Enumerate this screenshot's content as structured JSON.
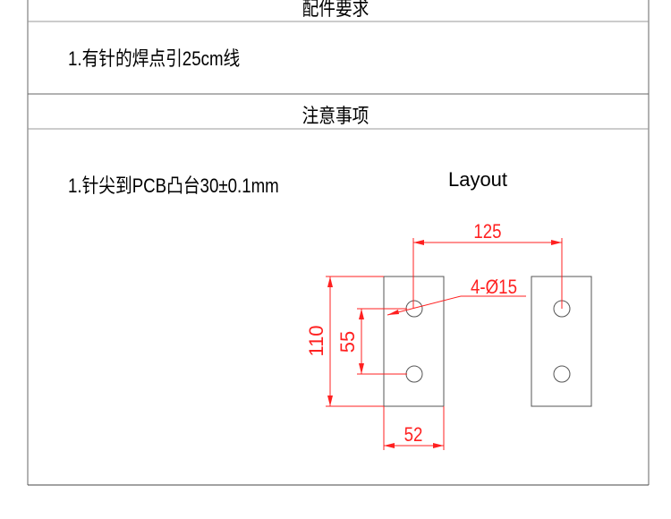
{
  "header": {
    "title": "配件要求"
  },
  "requirements": {
    "item1": "1.有针的焊点引25cm线"
  },
  "notes_header": {
    "title": "注意事项"
  },
  "notes": {
    "item1": "1.针尖到PCB凸台30±0.1mm"
  },
  "layout": {
    "title": "Layout",
    "dim_spacing": "125",
    "dim_holes": "4-Ø15",
    "dim_height": "110",
    "dim_pitch": "55",
    "dim_width": "52"
  },
  "colors": {
    "dimension": "#ff2020",
    "outline": "#555555",
    "border": "#666666"
  }
}
